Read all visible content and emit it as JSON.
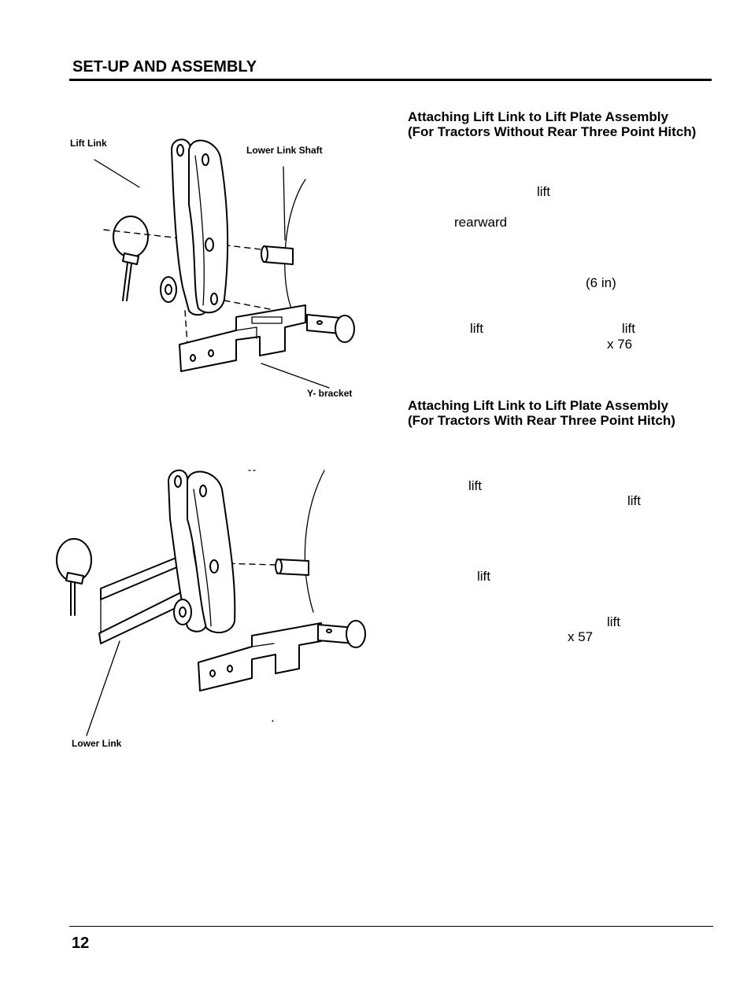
{
  "header": {
    "section_title": "SET-UP AND ASSEMBLY"
  },
  "section1": {
    "heading_line1": "Attaching Lift Link to Lift Plate Assembly",
    "heading_line2": "(For Tractors Without Rear Three Point Hitch)",
    "fragments": [
      "lift",
      "rearward",
      "(6 in)",
      "lift",
      "lift",
      "x 76"
    ]
  },
  "section2": {
    "heading_line1": "Attaching Lift Link to Lift Plate Assembly",
    "heading_line2": "(For Tractors With Rear Three Point Hitch)",
    "fragments": [
      "lift",
      "lift",
      "lift",
      "lift",
      "x 57"
    ]
  },
  "figure1": {
    "label_lift_link": "Lift Link",
    "label_lower_link_shaft": "Lower Link Shaft",
    "label_y_bracket": "Y- bracket"
  },
  "figure2": {
    "label_lower_link": "Lower Link"
  },
  "footer": {
    "page_number": "12"
  }
}
